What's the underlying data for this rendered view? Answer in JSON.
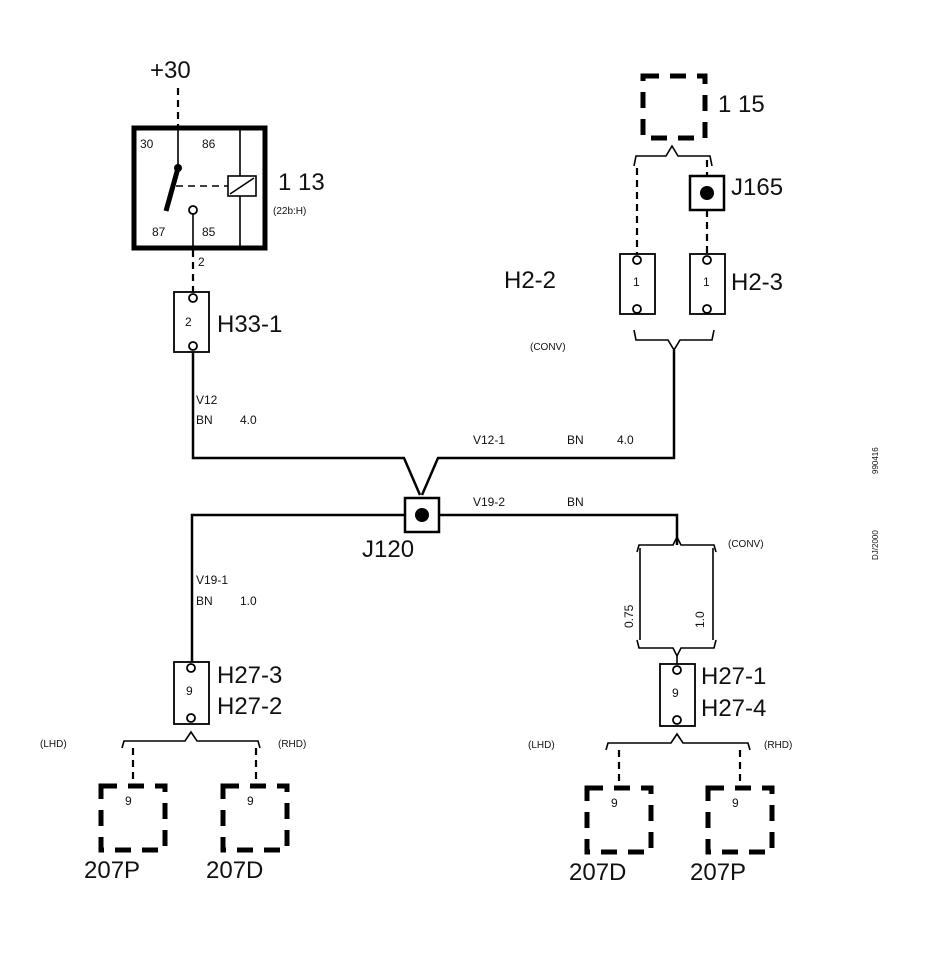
{
  "supply": {
    "label": "+30"
  },
  "relay": {
    "id": "1 13",
    "ref": "(22b:H)",
    "pins": {
      "p30": "30",
      "p86": "86",
      "p87": "87",
      "p85": "85"
    },
    "out_pin": "2"
  },
  "connectors": {
    "h33_1": {
      "label": "H33-1",
      "pin": "2"
    },
    "h2_2": {
      "label": "H2-2",
      "pin": "1"
    },
    "h2_3": {
      "label": "H2-3",
      "pin": "1"
    },
    "h27_left": {
      "label1": "H27-3",
      "label2": "H27-2",
      "pin": "9"
    },
    "h27_right": {
      "label1": "H27-1",
      "label2": "H27-4",
      "pin": "9"
    }
  },
  "components": {
    "c115": {
      "label": "1 15"
    },
    "j165": {
      "label": "J165"
    },
    "j120": {
      "label": "J120"
    }
  },
  "wires": {
    "v12": {
      "name": "V12",
      "color": "BN",
      "size": "4.0"
    },
    "v12_1": {
      "name": "V12-1",
      "color": "BN",
      "size": "4.0"
    },
    "v19_2": {
      "name": "V19-2",
      "color": "BN"
    },
    "v19_1": {
      "name": "V19-1",
      "color": "BN",
      "size": "1.0"
    },
    "alt_size_a": "0.75",
    "alt_size_b": "1.0"
  },
  "variants": {
    "conv": "(CONV)",
    "lhd": "(LHD)",
    "rhd": "(RHD)"
  },
  "devices": {
    "left_a": {
      "label": "207P",
      "pin": "9"
    },
    "left_b": {
      "label": "207D",
      "pin": "9"
    },
    "right_a": {
      "label": "207D",
      "pin": "9"
    },
    "right_b": {
      "label": "207P",
      "pin": "9"
    }
  },
  "side_codes": {
    "code1": "990416",
    "code2": "DJ/2000"
  }
}
